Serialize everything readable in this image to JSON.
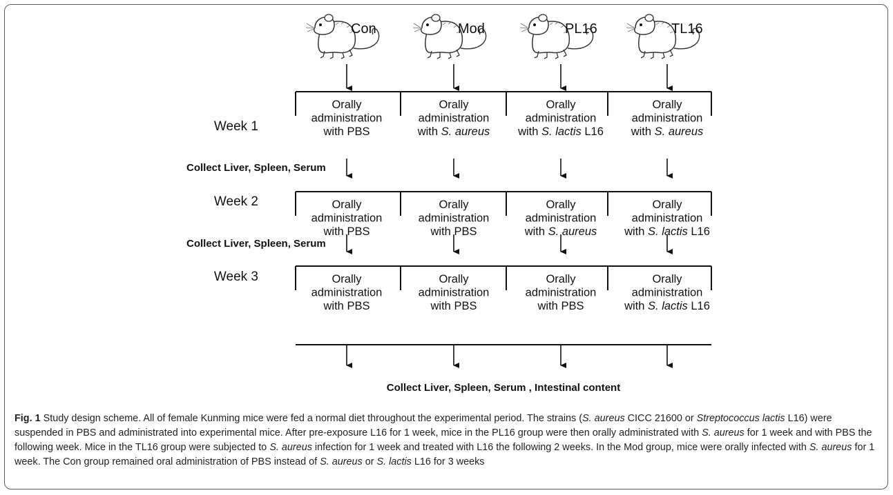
{
  "groups": [
    "Con",
    "Mod",
    "PL16",
    "TL16"
  ],
  "weeks": [
    {
      "label": "Week 1",
      "cells": [
        [
          "Orally",
          "administration",
          "with PBS"
        ],
        [
          "Orally",
          "administration",
          "with S. aureus"
        ],
        [
          "Orally",
          "administration",
          "with S. lactis L16"
        ],
        [
          "Orally",
          "administration",
          "with S. aureus"
        ]
      ]
    },
    {
      "label": "Week 2",
      "cells": [
        [
          "Orally",
          "administration",
          "with PBS"
        ],
        [
          "Orally",
          "administration",
          "with PBS"
        ],
        [
          "Orally",
          "administration",
          "with S. aureus"
        ],
        [
          "Orally",
          "administration",
          "with S. lactis L16"
        ]
      ]
    },
    {
      "label": "Week 3",
      "cells": [
        [
          "Orally",
          "administration",
          "with PBS"
        ],
        [
          "Orally",
          "administration",
          "with PBS"
        ],
        [
          "Orally",
          "administration",
          "with PBS"
        ],
        [
          "Orally",
          "administration",
          "with S. lactis L16"
        ]
      ]
    }
  ],
  "collect_label": "Collect  Liver, Spleen, Serum",
  "final_collect_label": "Collect  Liver, Spleen, Serum ,  Intestinal content",
  "caption": {
    "fig_label": "Fig. 1",
    "text": "Study design scheme. All of female Kunming mice were fed a normal diet throughout the experimental period. The strains (S. aureus CICC 21600 or Streptococcus lactis L16) were suspended in PBS and administrated into experimental mice. After pre-exposure L16 for 1 week, mice in the PL16 group were then orally administrated with S. aureus for 1 week and with PBS the following week. Mice in the TL16 group were subjected to S. aureus infection for 1 week and treated with L16 the following 2 weeks. In the Mod group, mice were orally infected with S. aureus for 1 week. The Con group remained oral administration of PBS instead of S. aureus or S. lactis L16 for 3 weeks"
  }
}
